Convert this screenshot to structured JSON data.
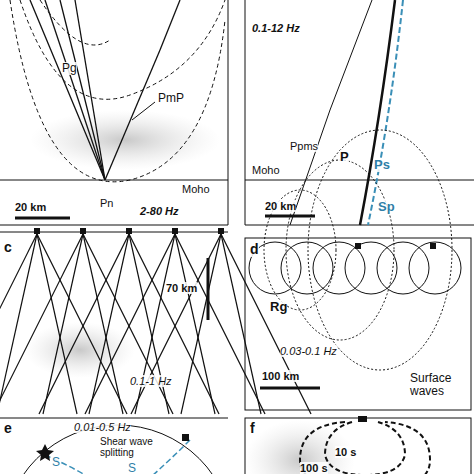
{
  "diagram": {
    "labels": [
      "Pg",
      "PmP",
      "Moho",
      "Pn",
      "20 km",
      "2-80 Hz",
      "0.1-12 Hz",
      "Ppms",
      "P",
      "Ps",
      "Moho",
      "20 km",
      "Sp",
      "c",
      "70 km",
      "0.1-1 Hz",
      "d",
      "Rg",
      "0.03-0.1 Hz",
      "100 km",
      "Surface waves",
      "e",
      "0.01-0.5 Hz",
      "Shear wave splitting",
      "S",
      "S",
      "f",
      "10 s",
      "100 s"
    ]
  }
}
